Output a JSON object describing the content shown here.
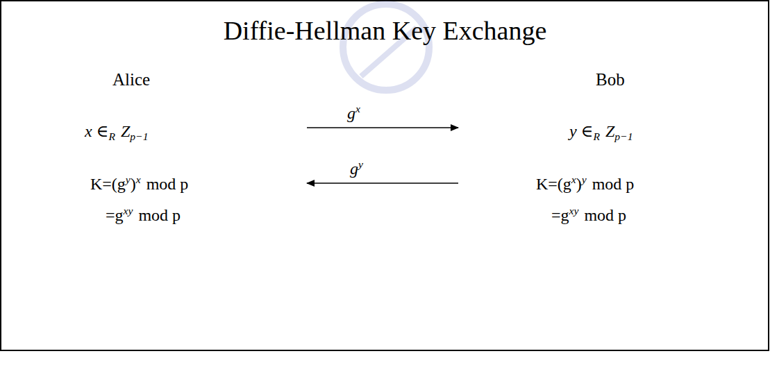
{
  "diagram": {
    "title": "Diffie-Hellman Key Exchange",
    "labels": [
      "Alice",
      "Bob",
      "x ∈",
      "R",
      "Z",
      "p−1",
      "y ∈",
      "R",
      "Z",
      "p−1",
      "g",
      "x",
      "g",
      "y",
      "K=(g",
      "y",
      ")",
      "x",
      "mod p",
      "=g",
      "xy",
      "mod p",
      "K=(g",
      "x",
      ")",
      "y",
      "mod p",
      "=g",
      "xy",
      "mod p"
    ]
  }
}
